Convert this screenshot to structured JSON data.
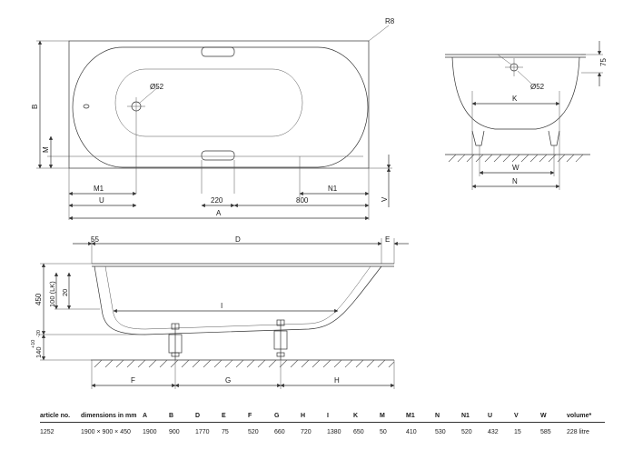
{
  "top_view": {
    "labels": {
      "r8": "R8",
      "b": "B",
      "m": "M",
      "o52": "Ø52",
      "m1": "M1",
      "u": "U",
      "d220": "220",
      "n1": "N1",
      "d800": "800",
      "a": "A",
      "v": "V"
    }
  },
  "side_view": {
    "labels": {
      "d75": "75",
      "o52": "Ø52",
      "k": "K",
      "w": "W",
      "n": "N"
    }
  },
  "section_view": {
    "labels": {
      "d55": "55",
      "d": "D",
      "e": "E",
      "d450": "450",
      "d100lk": "100 (LK)",
      "d20": "20",
      "i": "I",
      "d140": "140",
      "tol": "+10",
      "tol2": "-20",
      "f": "F",
      "g": "G",
      "h": "H"
    }
  },
  "table": {
    "headers": [
      "article no.",
      "dimensions in mm",
      "A",
      "B",
      "D",
      "E",
      "F",
      "G",
      "H",
      "I",
      "K",
      "M",
      "M1",
      "N",
      "N1",
      "U",
      "V",
      "W",
      "volume*"
    ],
    "values": [
      "1252",
      "1900 × 900 × 450",
      "1900",
      "900",
      "1770",
      "75",
      "520",
      "660",
      "720",
      "1380",
      "650",
      "50",
      "410",
      "530",
      "520",
      "432",
      "15",
      "585",
      "228 litre"
    ]
  }
}
